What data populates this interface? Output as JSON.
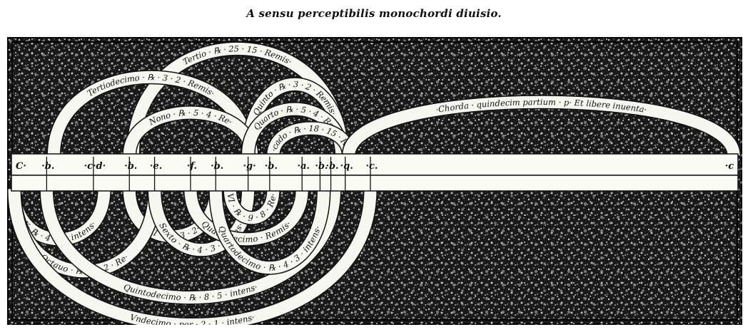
{
  "title": "A sensu perceptibilis monochordi diuisio.",
  "notes": [
    {
      "label": "C·",
      "pos": 0
    },
    {
      "label": "·b.",
      "pos": 0.045
    },
    {
      "label": "·c·d·",
      "pos": 0.11
    },
    {
      "label": "·b.",
      "pos": 0.16
    },
    {
      "label": "·e.",
      "pos": 0.195
    },
    {
      "label": "·f.",
      "pos": 0.245
    },
    {
      "label": "·b.",
      "pos": 0.28
    },
    {
      "label": "·g·",
      "pos": 0.325
    },
    {
      "label": "·b.",
      "pos": 0.355
    },
    {
      "label": "·a.",
      "pos": 0.4
    },
    {
      "label": "·b.",
      "pos": 0.425
    },
    {
      "label": "·b.",
      "pos": 0.44
    },
    {
      "label": "·q.",
      "pos": 0.46
    },
    {
      "label": "·c.",
      "pos": 0.495
    },
    {
      "label": "·c",
      "pos": 1
    }
  ],
  "upper_arcs": [
    {
      "label": "Tertio · ℞ · 25 · 15 · Remis·"
    },
    {
      "label": "Tertiodecimo · ℞ · 3 · 2 · Remis·"
    },
    {
      "label": "Quinto · ℞ · 3 · 2 · Remis·"
    },
    {
      "label": "Nono · ℞ · 5 · 4 · Re·"
    },
    {
      "label": "Quarto · ℞ · 5 · 4 · Re·"
    },
    {
      "label": "·cado · ℞ · 18 · 15 · Re·"
    },
    {
      "label": "·Chorda · quindecim partium · p· Et libere inuenta·"
    }
  ],
  "lower_arcs": [
    {
      "label": "X· ℞ · 4 · 3 · intens·"
    },
    {
      "label": "VII · Po· 3 · 2·"
    },
    {
      "label": "Octauo · ℞ · 3 · 2 · Re·"
    },
    {
      "label": "Sexto · ℞ · 4 · 3 · intens·"
    },
    {
      "label": "Quintodecimo · ℞ · 8 · 5 · intens·"
    },
    {
      "label": "Vndecimo · per · 2 · 1 · intens·"
    },
    {
      "label": "Quartodecimo · Remis·"
    },
    {
      "label": "Quartodecimo · ℞ · 4 · 3 · intens·"
    },
    {
      "label": "VI · ℞ · 9 · 8 · Re·"
    }
  ]
}
